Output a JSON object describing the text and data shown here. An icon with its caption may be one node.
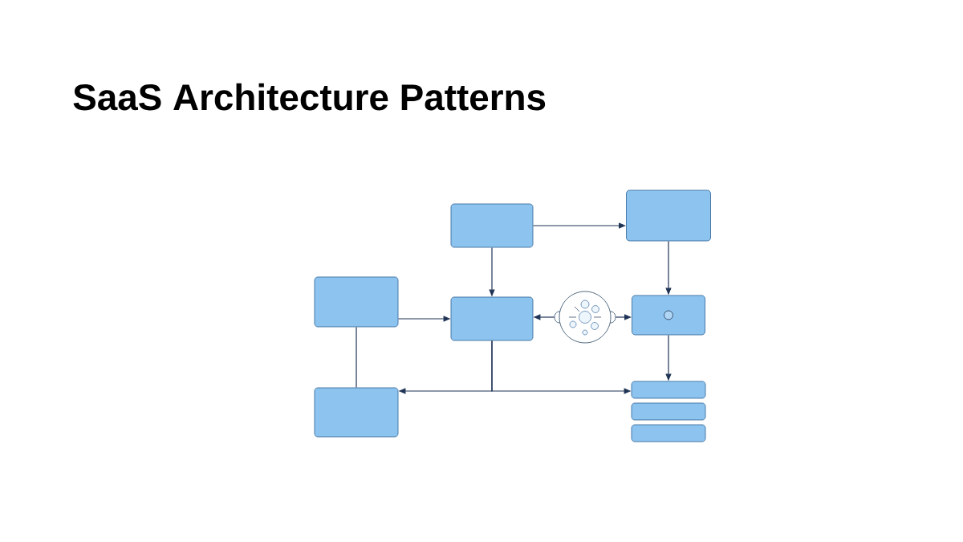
{
  "diagram": {
    "title": "SaaS Architecture Patterns",
    "nodes": [
      {
        "text": [],
        "shape": "box"
      },
      {
        "text": [],
        "shape": "box"
      },
      {
        "text": [],
        "shape": "box"
      },
      {
        "text": [],
        "shape": "box"
      },
      {
        "text": [],
        "shape": "cloud"
      },
      {
        "text": [],
        "shape": "box"
      },
      {
        "text": [],
        "shape": "box"
      },
      {
        "text": [],
        "shape": "bar"
      },
      {
        "text": [],
        "shape": "bar"
      },
      {
        "text": [],
        "shape": "bar"
      }
    ],
    "edges": [
      {
        "from": 0,
        "to": 1,
        "arrow": "to"
      },
      {
        "from": 0,
        "to": 3,
        "arrow": "to"
      },
      {
        "from": 1,
        "to": 5,
        "arrow": "to"
      },
      {
        "from": 2,
        "to": 3,
        "arrow": "to"
      },
      {
        "from": 2,
        "to": 6,
        "arrow": "none"
      },
      {
        "from": 4,
        "to": 3,
        "arrow": "to"
      },
      {
        "from": 4,
        "to": 5,
        "arrow": "to"
      },
      {
        "from": 5,
        "to": 7,
        "arrow": "to"
      },
      {
        "from": 3,
        "to": 6,
        "arrow": "to"
      },
      {
        "from": 3,
        "to": 7,
        "arrow": "to"
      }
    ]
  }
}
